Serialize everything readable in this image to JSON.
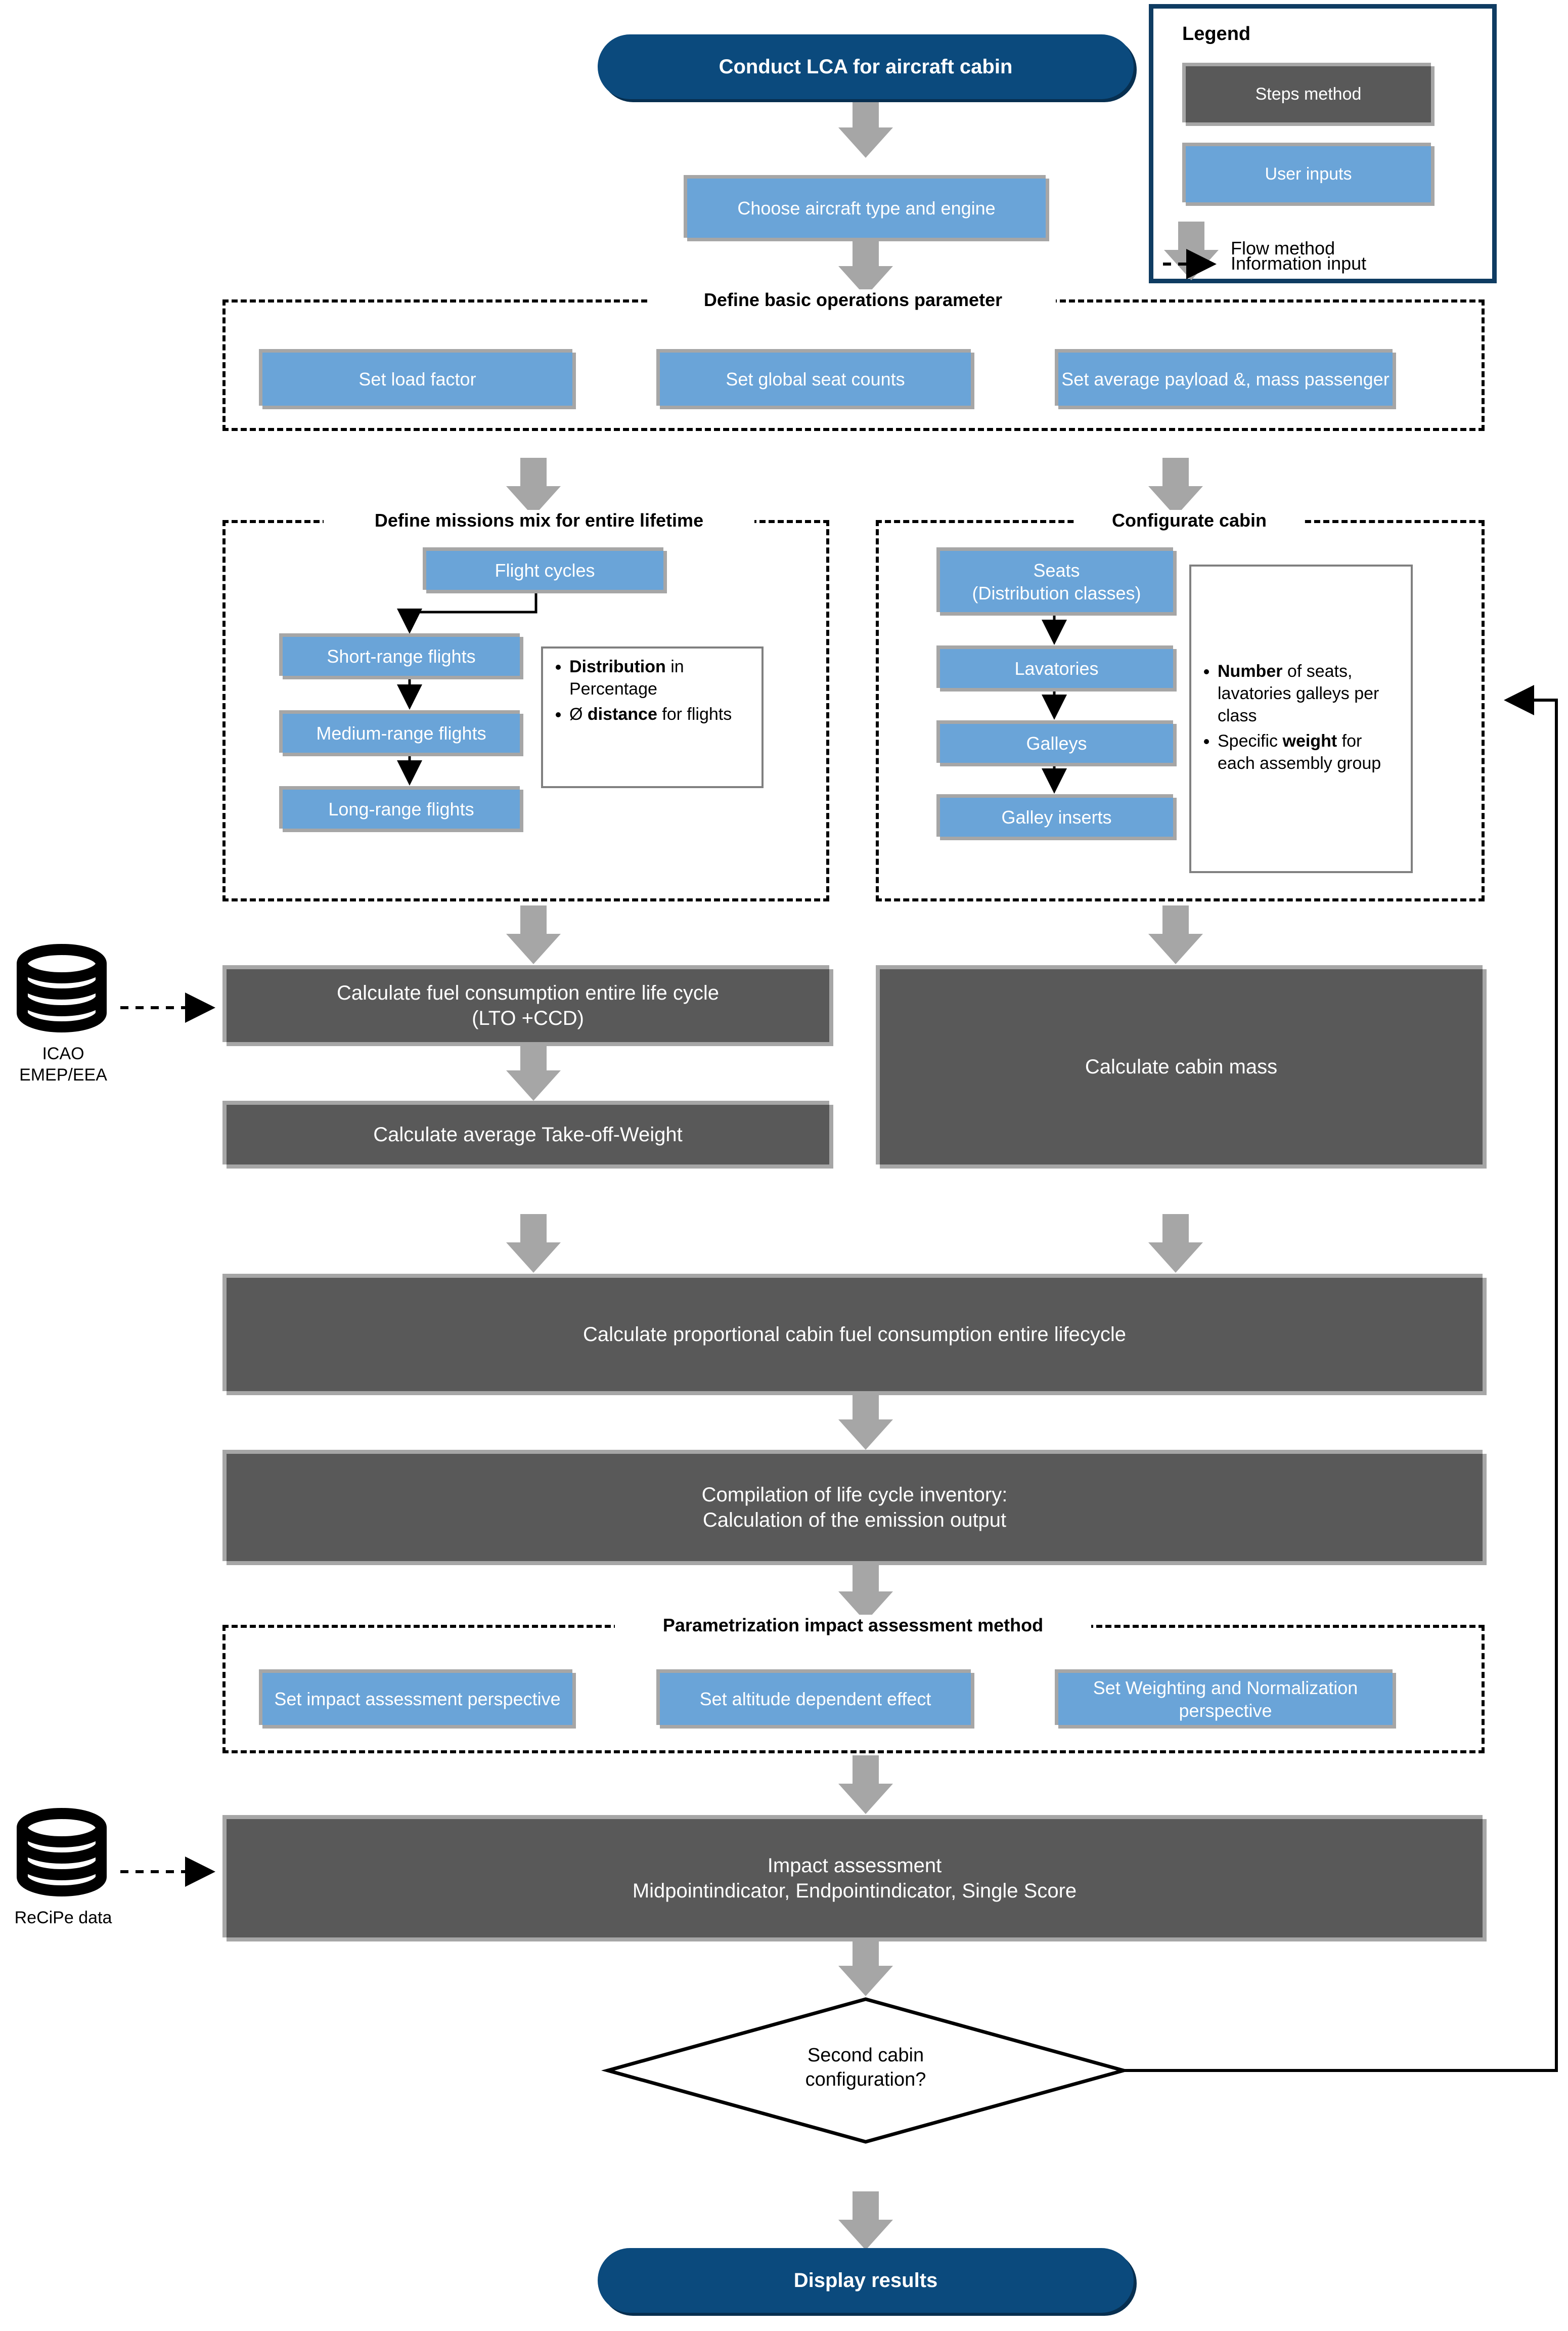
{
  "diagram": {
    "title": "LCA methodology flowchart for aircraft cabin",
    "colors": {
      "terminator": "#0b4a7d",
      "user_input": "#6aa4d8",
      "steps_method": "#595959",
      "box_shadow": "#a6a6a6",
      "flow_arrow": "#a6a6a6",
      "legend_border": "#0f3c62",
      "dashed_group": "#000000"
    }
  },
  "legend": {
    "title": "Legend",
    "items": [
      {
        "label": "Steps method",
        "kind": "swatch",
        "color": "#595959"
      },
      {
        "label": "User inputs",
        "kind": "swatch",
        "color": "#6aa4d8"
      },
      {
        "label": "Flow method",
        "kind": "arrow-down"
      },
      {
        "label": "Information input",
        "kind": "dashed-arrow"
      }
    ]
  },
  "nodes": {
    "start": "Conduct LCA for aircraft cabin",
    "choose_aircraft": "Choose aircraft type and engine",
    "calc_fuel": "Calculate fuel consumption entire life cycle\n(LTO +CCD)",
    "calc_fuel_line1": "Calculate fuel consumption entire life cycle",
    "calc_fuel_line2": "(LTO +CCD)",
    "calc_tow": "Calculate average Take-off-Weight",
    "calc_cabin_mass": "Calculate cabin mass",
    "calc_prop_fuel": "Calculate proportional cabin fuel consumption entire lifecycle",
    "compilation_line1": "Compilation of life cycle inventory:",
    "compilation_line2": "Calculation of the emission output",
    "impact_line1": "Impact assessment",
    "impact_line2": "Midpointindicator, Endpointindicator, Single Score",
    "decision_line1": "Second cabin",
    "decision_line2": "configuration?",
    "end": "Display results"
  },
  "groups": {
    "basic_operations": {
      "title": "Define basic operations parameter",
      "items": [
        "Set load factor",
        "Set global seat counts",
        "Set average payload &, mass passenger"
      ]
    },
    "missions_mix": {
      "title": "Define missions mix for entire lifetime",
      "items": [
        "Flight cycles",
        "Short-range flights",
        "Medium-range flights",
        "Long-range flights"
      ],
      "callout": [
        "Distribution in Percentage",
        "Ø distance for flights"
      ],
      "callout_html": [
        "<b>Distribution</b> in Percentage",
        "Ø <b>distance</b> for flights"
      ]
    },
    "configurate_cabin": {
      "title": "Configurate cabin",
      "items": [
        "Seats\n(Distribution classes)",
        "Lavatories",
        "Galleys",
        "Galley inserts"
      ],
      "seats_line1": "Seats",
      "seats_line2": "(Distribution classes)",
      "callout": [
        "Number of seats, lavatories galleys per class",
        "Specific weight for each assembly group"
      ],
      "callout_html": [
        "<b>Number</b> of seats, lavatories galleys per class",
        "Specific <b>weight</b> for each assembly group"
      ]
    },
    "parametrization": {
      "title": "Parametrization impact assessment method",
      "items": [
        "Set impact assessment perspective",
        "Set altitude dependent effect",
        "Set Weighting and Normalization perspective"
      ]
    }
  },
  "databases": [
    {
      "name": "icao",
      "label_line1": "ICAO",
      "label_line2": "EMEP/EEA",
      "icon": "database-icon"
    },
    {
      "name": "recipe",
      "label_line1": "ReCiPe data",
      "label_line2": "",
      "icon": "database-icon"
    }
  ]
}
